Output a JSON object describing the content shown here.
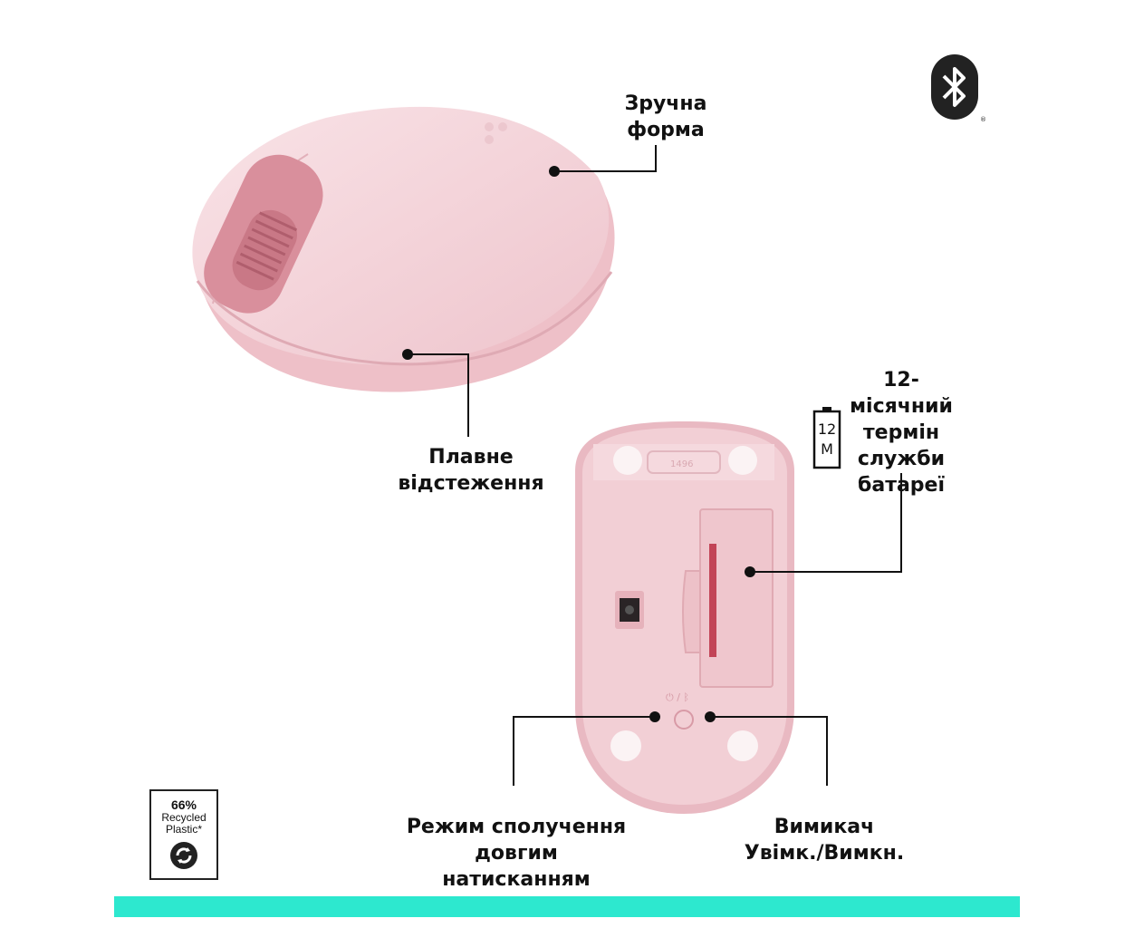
{
  "labels": {
    "shape": [
      "Зручна",
      "форма"
    ],
    "tracking": [
      "Плавне",
      "відстеження"
    ],
    "battery": [
      "12-місячний",
      "термін",
      "служби",
      "батареї"
    ],
    "pairing": [
      "Режим сполучення",
      "довгим",
      "натисканням"
    ],
    "power": [
      "Вимикач",
      "Увімк./Вимкн."
    ]
  },
  "battery_icon": {
    "line1": "12",
    "line2": "M"
  },
  "recycled_badge": {
    "line1": "66%",
    "line2": "Recycled",
    "line3": "Plastic*"
  },
  "icons": {
    "bluetooth": "bluetooth-icon",
    "recycle": "recycle-icon",
    "battery": "battery-icon"
  },
  "colors": {
    "mouse_pink": "#f3d3d9",
    "wheel_pink": "#c97886",
    "accent_bar": "#2de8cf",
    "text": "#111111"
  }
}
